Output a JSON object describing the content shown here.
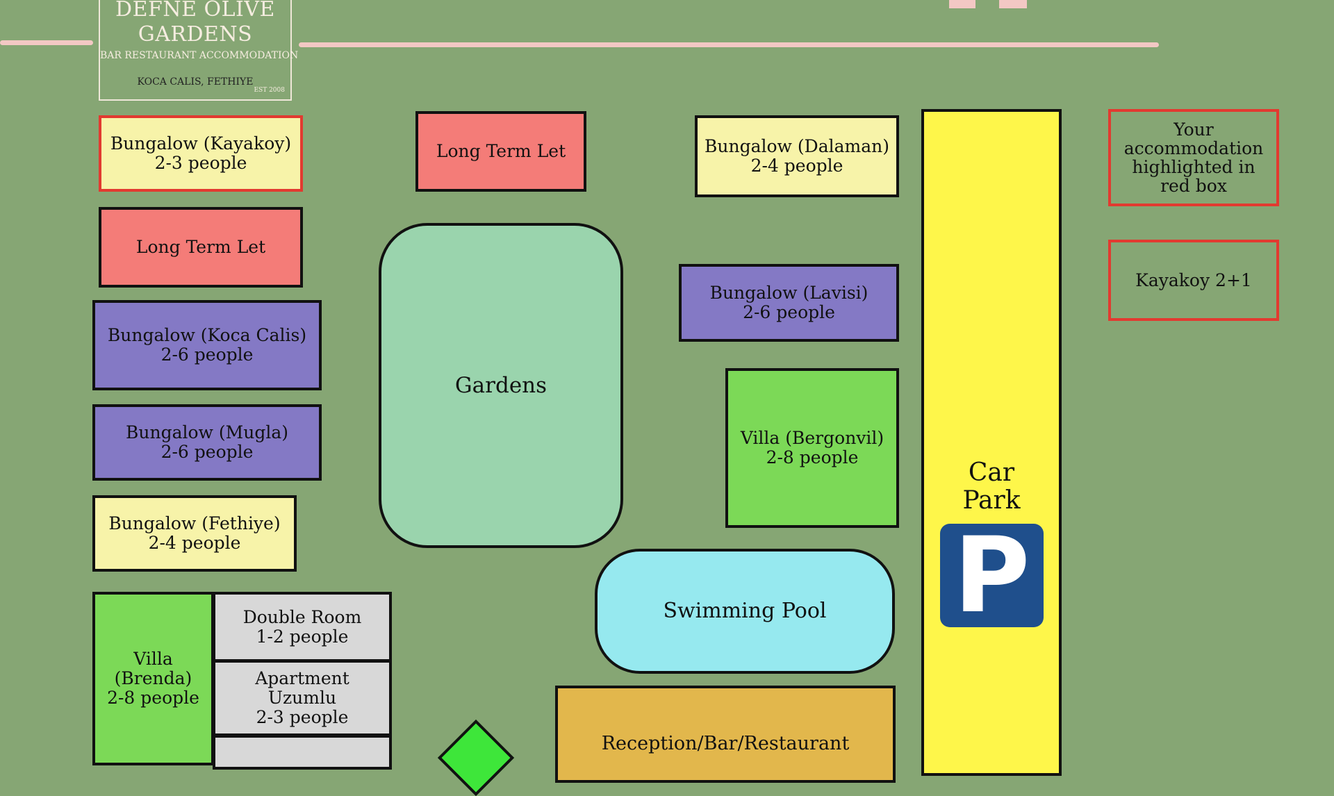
{
  "logo": {
    "name_line1": "DEFNE OLIVE",
    "name_line2": "GARDENS",
    "tagline": "BAR RESTAURANT ACCOMMODATION",
    "location": "KOCA CALIS, FETHIYE",
    "established": "EST 2008"
  },
  "colors": {
    "background": "#86a674",
    "long_term_let": "#f47c78",
    "bungalow_cream": "#f7f3a9",
    "bungalow_purple": "#8479c5",
    "villa_green": "#7cd957",
    "car_park": "#fef64a",
    "parking_sign": "#1f4f8c",
    "highlight_border": "#e23a30"
  },
  "units": {
    "kayakoy": {
      "name": "Bungalow (Kayakoy)",
      "capacity": "2-3 people"
    },
    "long_term_left": {
      "name": "Long Term Let"
    },
    "koca_calis": {
      "name": "Bungalow (Koca Calis)",
      "capacity": "2-6 people"
    },
    "mugla": {
      "name": "Bungalow (Mugla)",
      "capacity": "2-6 people"
    },
    "fethiye": {
      "name": "Bungalow (Fethiye)",
      "capacity": "2-4 people"
    },
    "villa_brenda": {
      "name": "Villa (Brenda)",
      "capacity": "2-8 people"
    },
    "double_room": {
      "name": "Double Room",
      "capacity": "1-2 people"
    },
    "apartment_uzumlu": {
      "name": "Apartment",
      "name2": "Uzumlu",
      "capacity": "2-3 people"
    },
    "long_term_top": {
      "name": "Long Term Let"
    },
    "gardens": {
      "name": "Gardens"
    },
    "dalaman": {
      "name": "Bungalow (Dalaman)",
      "capacity": "2-4 people"
    },
    "lavisi": {
      "name": "Bungalow (Lavisi)",
      "capacity": "2-6 people"
    },
    "bergonvil": {
      "name": "Villa (Bergonvil)",
      "capacity": "2-8 people"
    },
    "pool": {
      "name": "Swimming Pool"
    },
    "reception": {
      "name": "Reception/Bar/Restaurant"
    },
    "car_park": {
      "line1": "Car",
      "line2": "Park",
      "sign": "P"
    }
  },
  "legend": {
    "note": "Your accommodation highlighted in red box",
    "selected": "Kayakoy 2+1"
  }
}
